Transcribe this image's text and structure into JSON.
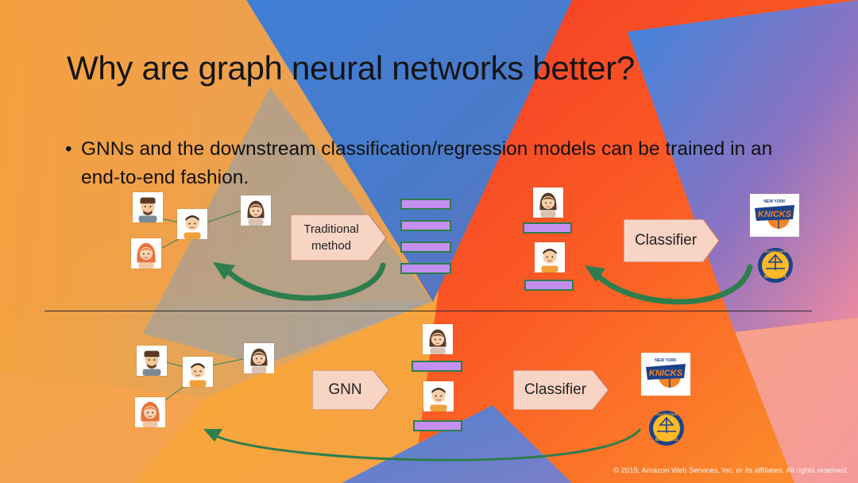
{
  "slide": {
    "title": "Why are graph neural networks better?",
    "bullet": "GNNs and the downstream classification/regression models can be trained in an end-to-end fashion.",
    "bullet_symbol": "•",
    "copyright": "© 2019, Amazon Web Services, Inc. or its affiliates. All rights reserved."
  },
  "top_pipeline": {
    "method_label_line1": "Traditional",
    "method_label_line2": "method",
    "classifier_label": "Classifier"
  },
  "bottom_pipeline": {
    "gnn_label": "GNN",
    "classifier_label": "Classifier"
  },
  "logos": {
    "knicks_text": "KNICKS",
    "knicks_arc": "NEW YORK",
    "warriors_text": "WARRIORS",
    "warriors_arc": "GOLDEN STATE"
  },
  "colors": {
    "embedding_fill": "#c58ff0",
    "embedding_border": "#2e7d4d",
    "feedback_arrow": "#2e7d4d",
    "process_arrow_fill": "#f8d6c8",
    "knicks_blue": "#1d428a",
    "knicks_orange": "#f58426",
    "warriors_blue": "#1d428a",
    "warriors_gold": "#fdb927"
  },
  "icons": [
    "man-avatar-icon",
    "boy-avatar-icon",
    "woman-avatar-icon",
    "redhead-woman-avatar-icon",
    "knicks-logo",
    "warriors-logo"
  ]
}
